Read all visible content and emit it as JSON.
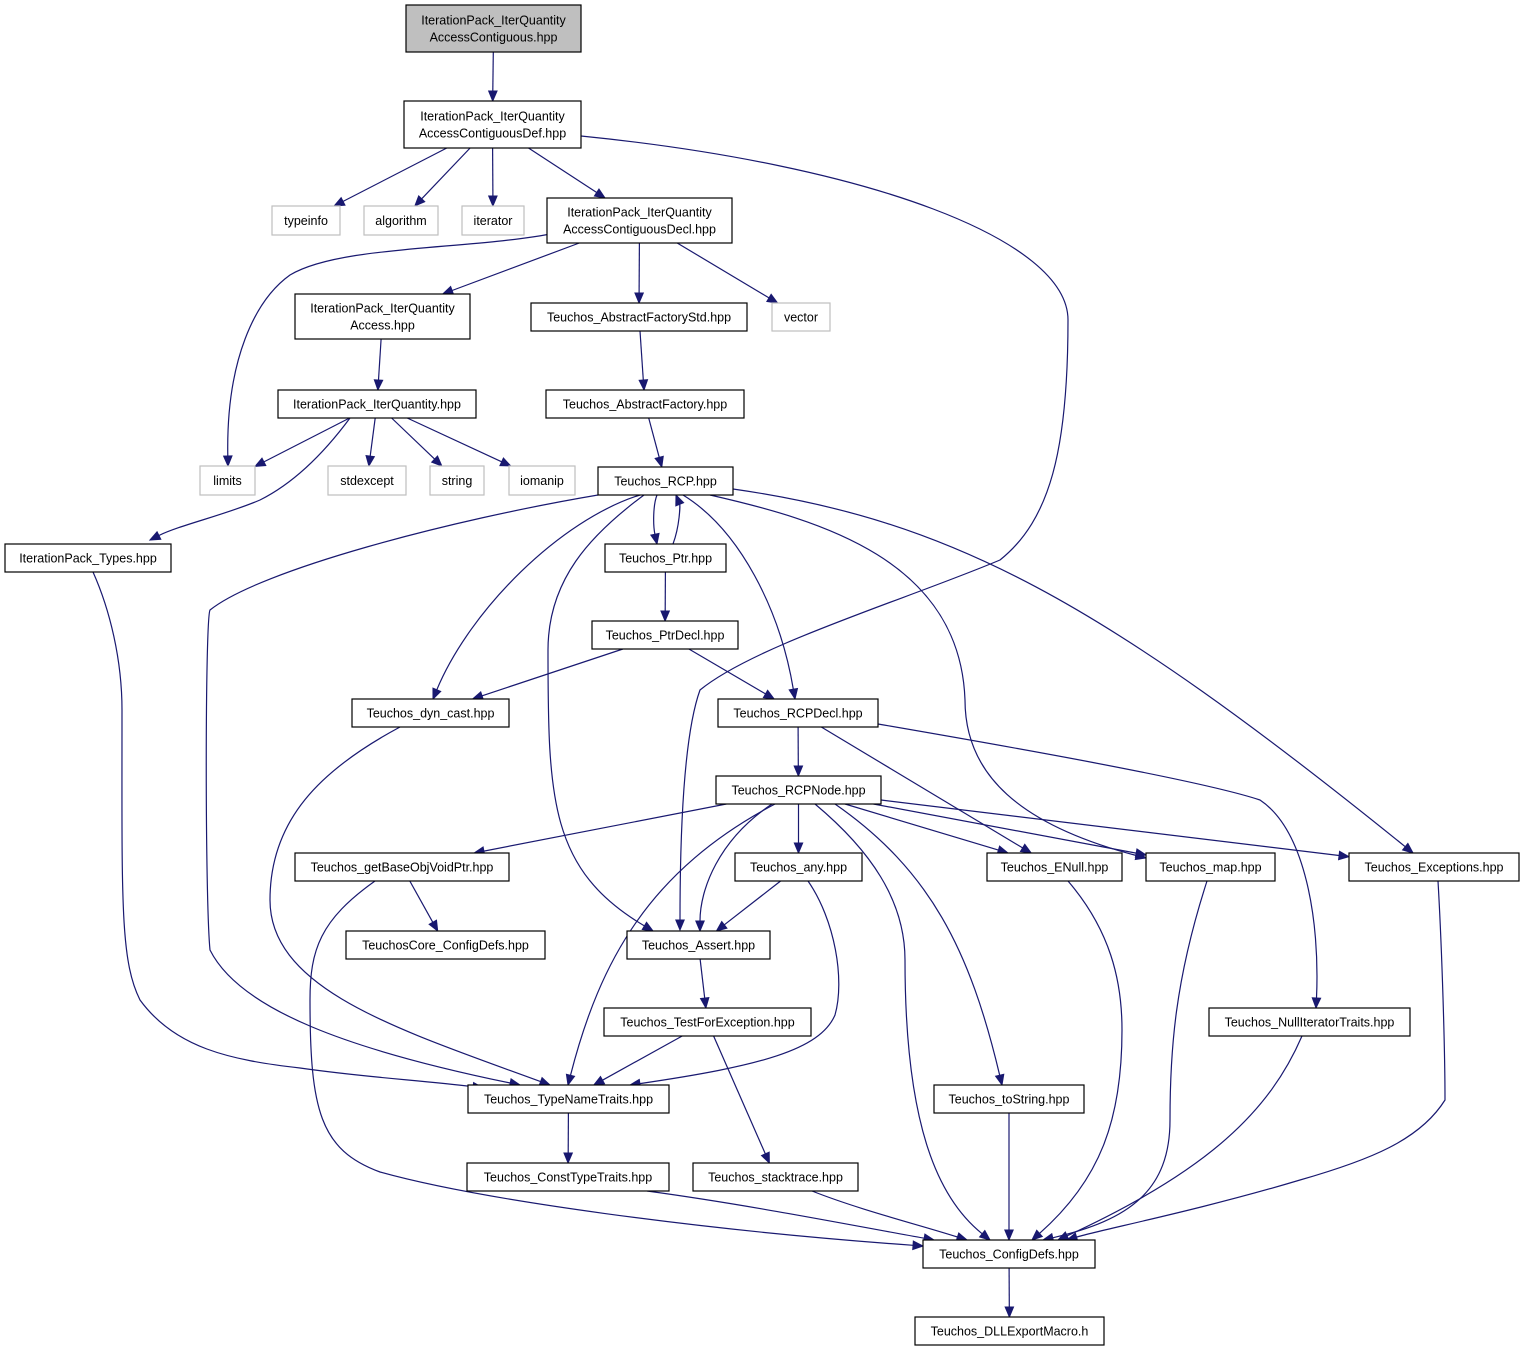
{
  "colors": {
    "edge": "#191970",
    "root_fill": "#bfbfbf",
    "external_border": "#bfbfbf",
    "node_border": "#000000"
  },
  "nodes": {
    "root": {
      "lines": [
        "IterationPack_IterQuantity",
        "AccessContiguous.hpp"
      ],
      "kind": "root"
    },
    "def": {
      "lines": [
        "IterationPack_IterQuantity",
        "AccessContiguousDef.hpp"
      ]
    },
    "typeinfo": {
      "lines": [
        "typeinfo"
      ],
      "kind": "external"
    },
    "algorithm": {
      "lines": [
        "algorithm"
      ],
      "kind": "external"
    },
    "iterator": {
      "lines": [
        "iterator"
      ],
      "kind": "external"
    },
    "decl": {
      "lines": [
        "IterationPack_IterQuantity",
        "AccessContiguousDecl.hpp"
      ]
    },
    "access": {
      "lines": [
        "IterationPack_IterQuantity",
        "Access.hpp"
      ]
    },
    "absstd": {
      "lines": [
        "Teuchos_AbstractFactoryStd.hpp"
      ]
    },
    "vector": {
      "lines": [
        "vector"
      ],
      "kind": "external"
    },
    "iq": {
      "lines": [
        "IterationPack_IterQuantity.hpp"
      ]
    },
    "absf": {
      "lines": [
        "Teuchos_AbstractFactory.hpp"
      ]
    },
    "limits": {
      "lines": [
        "limits"
      ],
      "kind": "external"
    },
    "stdexcept": {
      "lines": [
        "stdexcept"
      ],
      "kind": "external"
    },
    "string": {
      "lines": [
        "string"
      ],
      "kind": "external"
    },
    "iomanip": {
      "lines": [
        "iomanip"
      ],
      "kind": "external"
    },
    "rcp": {
      "lines": [
        "Teuchos_RCP.hpp"
      ]
    },
    "types": {
      "lines": [
        "IterationPack_Types.hpp"
      ]
    },
    "ptr": {
      "lines": [
        "Teuchos_Ptr.hpp"
      ]
    },
    "ptrdecl": {
      "lines": [
        "Teuchos_PtrDecl.hpp"
      ]
    },
    "dyn": {
      "lines": [
        "Teuchos_dyn_cast.hpp"
      ]
    },
    "rcpdecl": {
      "lines": [
        "Teuchos_RCPDecl.hpp"
      ]
    },
    "rcpnode": {
      "lines": [
        "Teuchos_RCPNode.hpp"
      ]
    },
    "getbase": {
      "lines": [
        "Teuchos_getBaseObjVoidPtr.hpp"
      ]
    },
    "any": {
      "lines": [
        "Teuchos_any.hpp"
      ]
    },
    "enull": {
      "lines": [
        "Teuchos_ENull.hpp"
      ]
    },
    "map": {
      "lines": [
        "Teuchos_map.hpp"
      ]
    },
    "exc": {
      "lines": [
        "Teuchos_Exceptions.hpp"
      ]
    },
    "coreconf": {
      "lines": [
        "TeuchosCore_ConfigDefs.hpp"
      ]
    },
    "assert": {
      "lines": [
        "Teuchos_Assert.hpp"
      ]
    },
    "testfor": {
      "lines": [
        "Teuchos_TestForException.hpp"
      ]
    },
    "nullit": {
      "lines": [
        "Teuchos_NullIteratorTraits.hpp"
      ]
    },
    "tostring": {
      "lines": [
        "Teuchos_toString.hpp"
      ]
    },
    "tnt": {
      "lines": [
        "Teuchos_TypeNameTraits.hpp"
      ]
    },
    "const": {
      "lines": [
        "Teuchos_ConstTypeTraits.hpp"
      ]
    },
    "stack": {
      "lines": [
        "Teuchos_stacktrace.hpp"
      ]
    },
    "config": {
      "lines": [
        "Teuchos_ConfigDefs.hpp"
      ]
    },
    "dll": {
      "lines": [
        "Teuchos_DLLExportMacro.h"
      ]
    }
  },
  "edges": [
    [
      "root",
      "def"
    ],
    [
      "def",
      "typeinfo"
    ],
    [
      "def",
      "algorithm"
    ],
    [
      "def",
      "iterator"
    ],
    [
      "def",
      "decl"
    ],
    [
      "def",
      "assert"
    ],
    [
      "decl",
      "limits"
    ],
    [
      "decl",
      "access"
    ],
    [
      "decl",
      "absstd"
    ],
    [
      "decl",
      "vector"
    ],
    [
      "access",
      "iq"
    ],
    [
      "absstd",
      "absf"
    ],
    [
      "absf",
      "rcp"
    ],
    [
      "iq",
      "limits"
    ],
    [
      "iq",
      "stdexcept"
    ],
    [
      "iq",
      "string"
    ],
    [
      "iq",
      "iomanip"
    ],
    [
      "iq",
      "types"
    ],
    [
      "types",
      "tnt"
    ],
    [
      "rcp",
      "ptr"
    ],
    [
      "ptr",
      "rcp"
    ],
    [
      "rcp",
      "dyn"
    ],
    [
      "rcp",
      "assert"
    ],
    [
      "rcp",
      "rcpdecl"
    ],
    [
      "rcp",
      "map"
    ],
    [
      "rcp",
      "exc"
    ],
    [
      "rcp",
      "tnt"
    ],
    [
      "ptr",
      "ptrdecl"
    ],
    [
      "ptrdecl",
      "dyn"
    ],
    [
      "ptrdecl",
      "rcpdecl"
    ],
    [
      "dyn",
      "tnt"
    ],
    [
      "rcpdecl",
      "rcpnode"
    ],
    [
      "rcpdecl",
      "enull"
    ],
    [
      "rcpdecl",
      "nullit"
    ],
    [
      "rcpnode",
      "getbase"
    ],
    [
      "rcpnode",
      "tnt"
    ],
    [
      "rcpnode",
      "assert"
    ],
    [
      "rcpnode",
      "any"
    ],
    [
      "rcpnode",
      "config"
    ],
    [
      "rcpnode",
      "tostring"
    ],
    [
      "rcpnode",
      "enull"
    ],
    [
      "rcpnode",
      "map"
    ],
    [
      "rcpnode",
      "exc"
    ],
    [
      "getbase",
      "coreconf"
    ],
    [
      "getbase",
      "config"
    ],
    [
      "any",
      "assert"
    ],
    [
      "any",
      "tnt"
    ],
    [
      "assert",
      "testfor"
    ],
    [
      "testfor",
      "tnt"
    ],
    [
      "testfor",
      "stack"
    ],
    [
      "enull",
      "config"
    ],
    [
      "map",
      "config"
    ],
    [
      "exc",
      "config"
    ],
    [
      "nullit",
      "config"
    ],
    [
      "tostring",
      "config"
    ],
    [
      "tnt",
      "const"
    ],
    [
      "const",
      "config"
    ],
    [
      "stack",
      "config"
    ],
    [
      "config",
      "dll"
    ]
  ]
}
